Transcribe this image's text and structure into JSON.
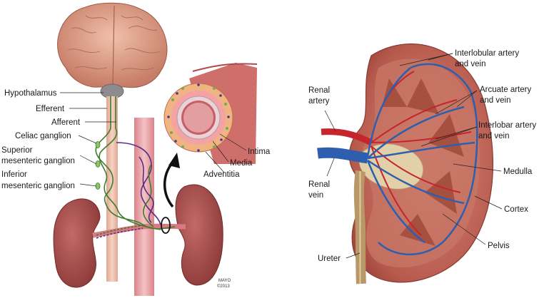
{
  "left_panel": {
    "labels": {
      "hypothalamus": "Hypothalamus",
      "efferent": "Efferent",
      "afferent": "Afferent",
      "celiac": "Celiac ganglion",
      "superior_1": "Superior",
      "superior_2": "mesenteric ganglion",
      "inferior_1": "Inferior",
      "inferior_2": "mesenteric ganglion",
      "intima": "Intima",
      "media": "Media",
      "adventitia": "Adventitia"
    },
    "credit": {
      "line1": "MAYO",
      "line2": "©2013"
    }
  },
  "right_panel": {
    "labels": {
      "interlobular_1": "Interlobular artery",
      "interlobular_2": "and vein",
      "arcuate_1": "Arcuate artery",
      "arcuate_2": "and vein",
      "interlobar_1": "Interlobar artery",
      "interlobar_2": "and vein",
      "renal_artery_1": "Renal",
      "renal_artery_2": "artery",
      "renal_vein_1": "Renal",
      "renal_vein_2": "vein",
      "medulla": "Medulla",
      "cortex": "Cortex",
      "pelvis": "Pelvis",
      "ureter": "Ureter"
    }
  },
  "colors": {
    "brain": "#d99a82",
    "kidney": "#a44a4a",
    "artery": "#c7252d",
    "vein": "#2e5fae",
    "nerve_green": "#3f7d2a",
    "nerve_purple": "#5a2d82",
    "aorta": "#e9a1a6"
  }
}
